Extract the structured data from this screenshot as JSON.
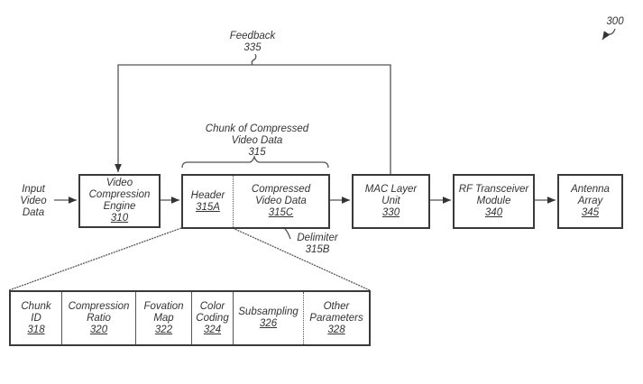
{
  "figure_ref": "300",
  "feedback": {
    "label": "Feedback",
    "ref": "335"
  },
  "input": {
    "lines": [
      "Input",
      "Video",
      "Data"
    ]
  },
  "chunk": {
    "lines": [
      "Chunk of Compressed",
      "Video Data"
    ],
    "ref": "315"
  },
  "blocks": {
    "engine": {
      "lines": [
        "Video",
        "Compression",
        "Engine"
      ],
      "ref": "310"
    },
    "header": {
      "lines": [
        "Header"
      ],
      "ref": "315A"
    },
    "compressed": {
      "lines": [
        "Compressed",
        "Video Data"
      ],
      "ref": "315C"
    },
    "mac": {
      "lines": [
        "MAC Layer",
        "Unit"
      ],
      "ref": "330"
    },
    "rf": {
      "lines": [
        "RF Transceiver",
        "Module"
      ],
      "ref": "340"
    },
    "antenna": {
      "lines": [
        "Antenna",
        "Array"
      ],
      "ref": "345"
    }
  },
  "delimiter": {
    "label": "Delimiter",
    "ref": "315B"
  },
  "header_fields": [
    {
      "lines": [
        "Chunk",
        "ID"
      ],
      "ref": "318"
    },
    {
      "lines": [
        "Compression",
        "Ratio"
      ],
      "ref": "320"
    },
    {
      "lines": [
        "Fovation",
        "Map"
      ],
      "ref": "322"
    },
    {
      "lines": [
        "Color",
        "Coding"
      ],
      "ref": "324"
    },
    {
      "lines": [
        "Subsampling"
      ],
      "ref": "326"
    },
    {
      "lines": [
        "Other",
        "Parameters"
      ],
      "ref": "328"
    }
  ]
}
